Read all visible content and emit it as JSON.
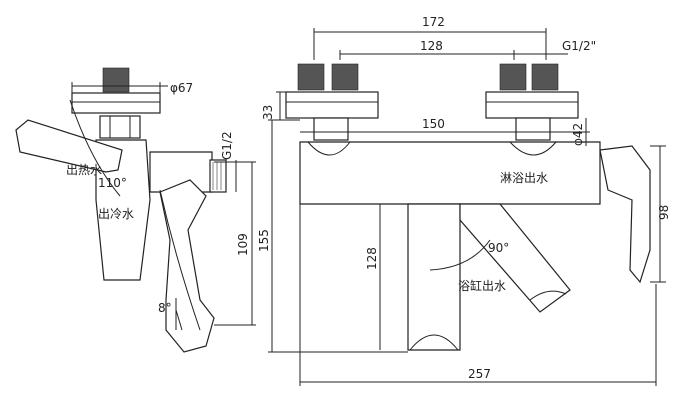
{
  "dimensions": {
    "d172": "172",
    "d128_top": "128",
    "g12_top": "G1/2\"",
    "d33": "33",
    "d150": "150",
    "phi42": "φ42",
    "phi67": "φ67",
    "g12_side": "G1/2",
    "d110": "110°",
    "d109": "109",
    "d155": "155",
    "d128_vert": "128",
    "d98": "98",
    "d90": "90°",
    "d8": "8°",
    "d257": "257"
  },
  "labels": {
    "hot_water": "出热水",
    "cold_water": "出冷水",
    "shower_outlet": "淋浴出水",
    "bath_outlet": "浴缸出水"
  }
}
